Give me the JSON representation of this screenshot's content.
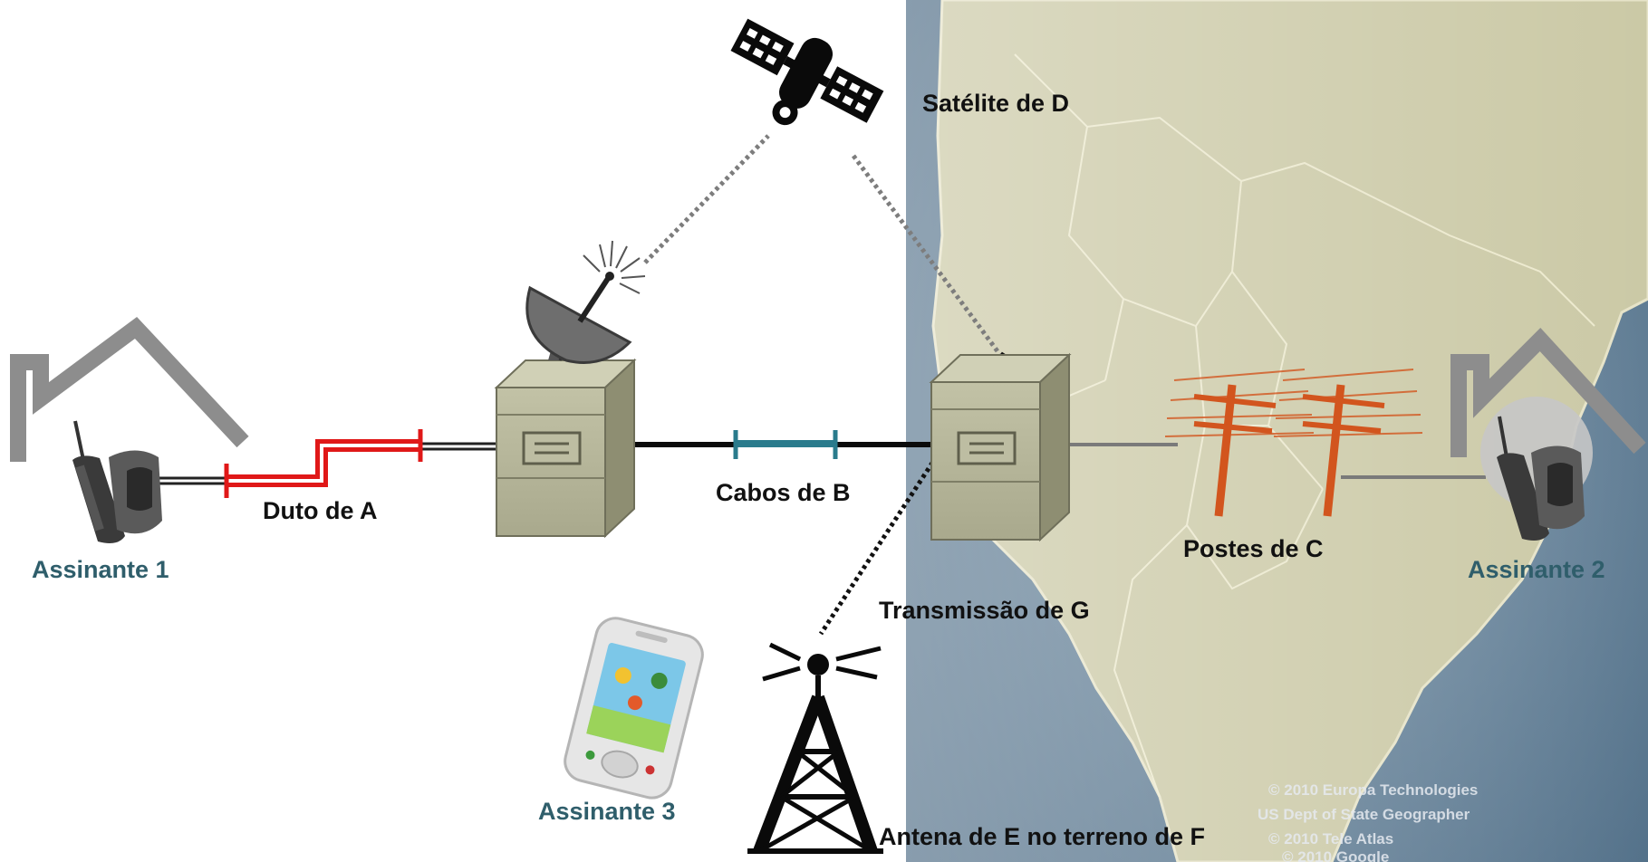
{
  "labels": {
    "satellite": "Satélite de D",
    "duct": "Duto de A",
    "cables": "Cabos de B",
    "poles": "Postes de C",
    "transmission": "Transmissão de G",
    "antenna": "Antena de E no terreno de F",
    "subscriber1": "Assinante 1",
    "subscriber2": "Assinante 2",
    "subscriber3": "Assinante 3"
  },
  "map_credits": [
    "© 2010 Europa Technologies",
    "US Dept of State Geographer",
    "© 2010 Tele Atlas",
    "© 2010 Google"
  ],
  "colors": {
    "duct": "#e01818",
    "cable": "#2a7b8c",
    "pole": "#d2551e",
    "server": "#b7b79a",
    "subscriber_text": "#2f5e6b",
    "map_land": "#c9c7a3",
    "map_sea": "#5d7c96"
  },
  "icons": {
    "satellite": "satellite-icon",
    "dish": "satellite-dish-icon",
    "server": "server-cabinet-icon",
    "tower": "radio-tower-icon",
    "house": "house-icon",
    "phone": "cordless-phone-icon",
    "pda": "smartphone-icon",
    "pole": "utility-pole-icon"
  }
}
